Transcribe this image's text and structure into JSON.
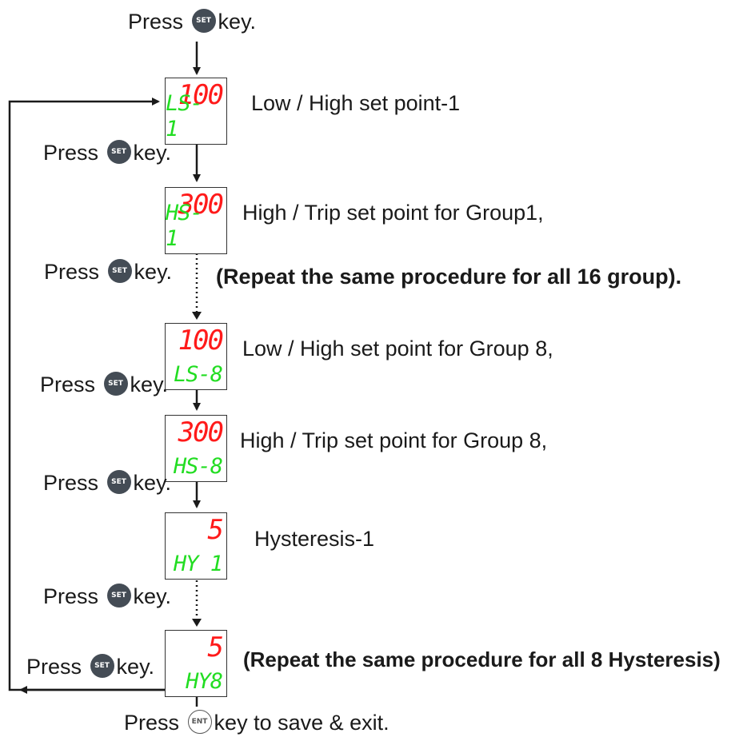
{
  "start": {
    "press": "Press",
    "key_label": "SET",
    "suffix": "key."
  },
  "steps": [
    {
      "top": "100",
      "bottom": "LS- 1",
      "desc": "Low / High set point-1"
    },
    {
      "top": "300",
      "bottom": "HS- 1",
      "desc": "High / Trip set point for Group1,"
    },
    {
      "top": "100",
      "bottom": "LS-8",
      "desc": "Low / High set point for Group 8,"
    },
    {
      "top": "300",
      "bottom": "HS-8",
      "desc": "High / Trip set point for Group 8,"
    },
    {
      "top": "5",
      "bottom": "HY 1",
      "desc": "Hysteresis-1"
    },
    {
      "top": "5",
      "bottom": "HY8",
      "desc": ""
    }
  ],
  "press_labels": {
    "press": "Press",
    "key_label": "SET",
    "suffix": "key."
  },
  "repeat_group": "(Repeat the same procedure for all 16 group).",
  "repeat_hysteresis": "(Repeat the same procedure for all 8 Hysteresis)",
  "exit": {
    "press": "Press",
    "key_label": "ENT",
    "suffix": "key to save & exit."
  },
  "colors": {
    "display_top": "#ff1a1a",
    "display_bottom": "#22dd22",
    "set_key": "#444c55",
    "line": "#1a1a1a"
  }
}
